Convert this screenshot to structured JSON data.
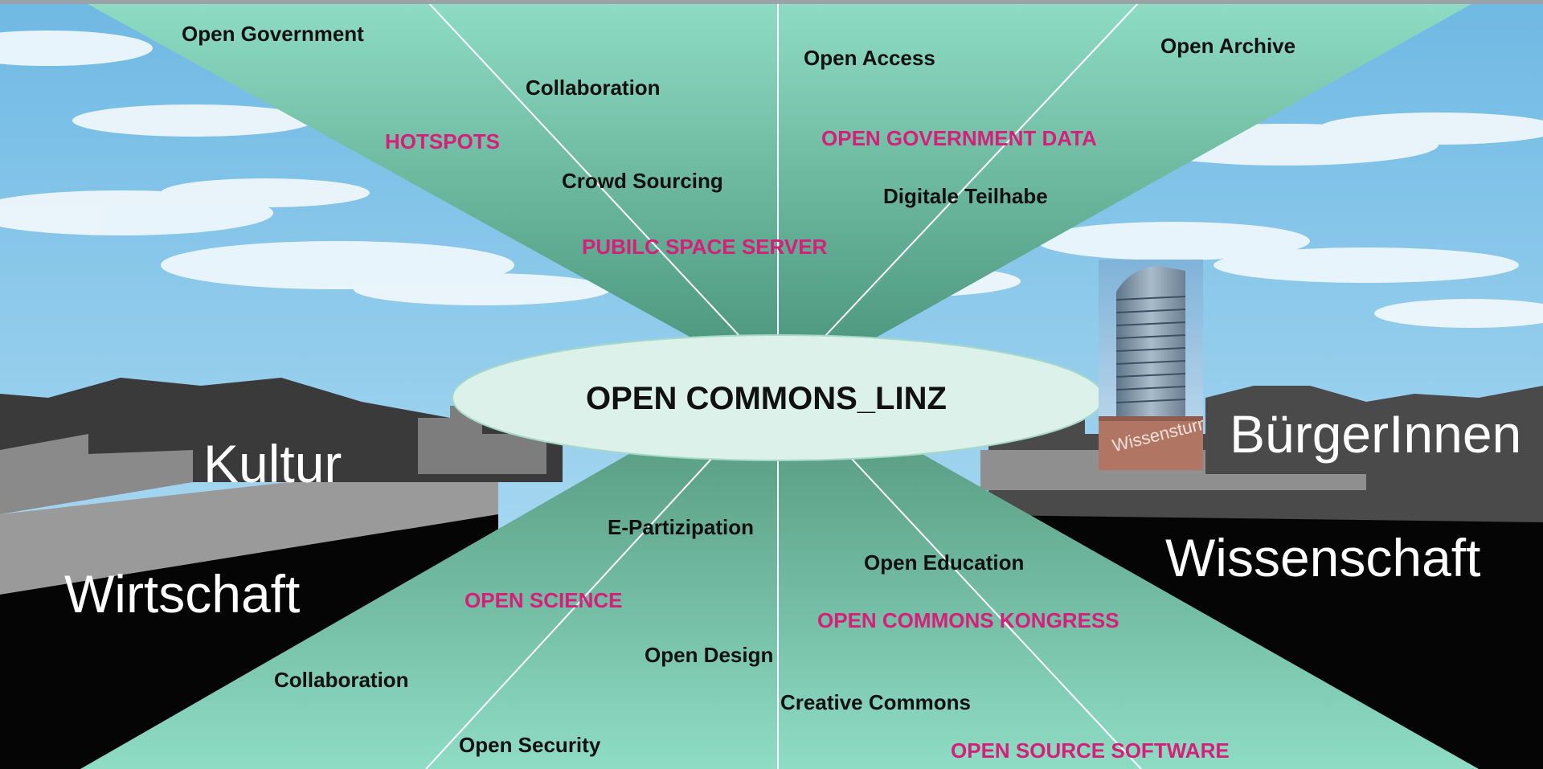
{
  "colors": {
    "project_text": "#d61e7a",
    "term_text": "#111111",
    "sector_text": "#ffffff",
    "sky": "#7fc3e8",
    "ray_green": "#7fd1b7",
    "center_ellipse": "#dcf1ea"
  },
  "center": {
    "label": "OPEN COMMONS_LINZ"
  },
  "sectors": {
    "culture": "Kultur",
    "economy": "Wirtschaft",
    "citizens": "BürgerInnen",
    "science": "Wissenschaft"
  },
  "top_terms": {
    "open_government": "Open Government",
    "collaboration": "Collaboration",
    "crowd_sourcing": "Crowd Sourcing",
    "open_access": "Open Access",
    "open_archive": "Open Archive",
    "digital_participation": "Digitale Teilhabe"
  },
  "top_projects": {
    "hotspots": "HOTSPOTS",
    "public_space_server": "PUBILC SPACE SERVER",
    "open_government_data": "OPEN GOVERNMENT DATA"
  },
  "bottom_terms": {
    "e_participation": "E-Partizipation",
    "open_education": "Open Education",
    "open_design": "Open Design",
    "collaboration": "Collaboration",
    "creative_commons": "Creative Commons",
    "open_security": "Open Security"
  },
  "bottom_projects": {
    "open_science": "OPEN SCIENCE",
    "open_commons_congress": "OPEN COMMONS KONGRESS",
    "open_source_software": "OPEN SOURCE SOFTWARE"
  },
  "tower": {
    "sign_text": "Wissensturm"
  }
}
